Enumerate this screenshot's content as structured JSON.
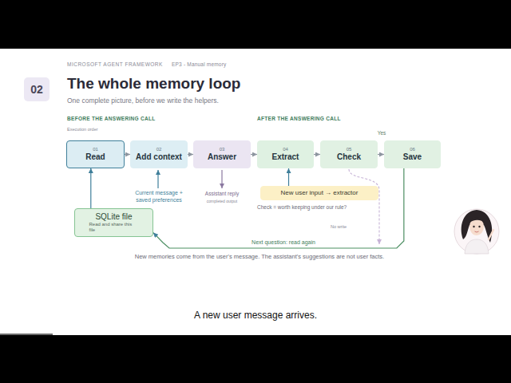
{
  "diagram": {
    "title": "The whole memory loop",
    "nodes": [
      {
        "text": [
          "01",
          "Read"
        ]
      },
      {
        "text": [
          "02",
          "Add context"
        ]
      },
      {
        "text": [
          "03",
          "Answer"
        ]
      },
      {
        "text": [
          "04",
          "Extract"
        ]
      },
      {
        "text": [
          "05",
          "Check"
        ]
      },
      {
        "text": [
          "06",
          "Save"
        ]
      },
      {
        "text": [
          "New user input → extractor"
        ]
      },
      {
        "text": [
          "SQLite file",
          "Read and share this file"
        ]
      }
    ],
    "edges": [
      {
        "from": 0,
        "to": 1,
        "arrow": "to"
      },
      {
        "from": 1,
        "to": 2,
        "arrow": "to"
      },
      {
        "from": 2,
        "to": 3,
        "arrow": "to"
      },
      {
        "from": 3,
        "to": 4,
        "arrow": "to"
      },
      {
        "from": 4,
        "to": 5,
        "arrow": "to",
        "label": "Yes"
      },
      {
        "from": 5,
        "to": 7,
        "arrow": "to",
        "label": "Next question: read again"
      },
      {
        "from": 7,
        "to": 0,
        "arrow": "to"
      },
      {
        "from": 6,
        "to": 3,
        "arrow": "to"
      }
    ],
    "labels": [
      "MICROSOFT AGENT FRAMEWORK",
      "EP3 - Manual memory",
      "02",
      "One complete picture, before we write the helpers.",
      "BEFORE THE ANSWERING CALL",
      "AFTER THE ANSWERING CALL",
      "Execution order",
      "Current message + saved preferences",
      "Assistant reply",
      "completed output",
      "Check = worth keeping under our rule?",
      "No write",
      "New memories come from the user's message. The assistant's suggestions are not user facts.",
      "A new user message arrives."
    ]
  }
}
